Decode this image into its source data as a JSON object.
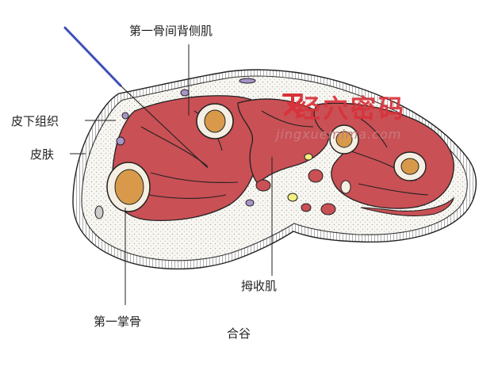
{
  "labels": {
    "dorsal_interosseous": "第一骨间背侧肌",
    "subcutaneous": "皮下组织",
    "skin": "皮肤",
    "adductor_pollicis": "拇收肌",
    "first_metacarpal": "第一掌骨",
    "caption": "合谷"
  },
  "watermark": {
    "chinese": "经穴密码",
    "pinyin": "jingxuemima.com"
  },
  "colors": {
    "muscle": "#c95055",
    "bone": "#d89a4a",
    "tissue": "#f8f6f1",
    "needle": "#3d4fb8",
    "nerve": "#f2ee82",
    "vessel": "#a894c8",
    "watermark": "#d8323a"
  }
}
